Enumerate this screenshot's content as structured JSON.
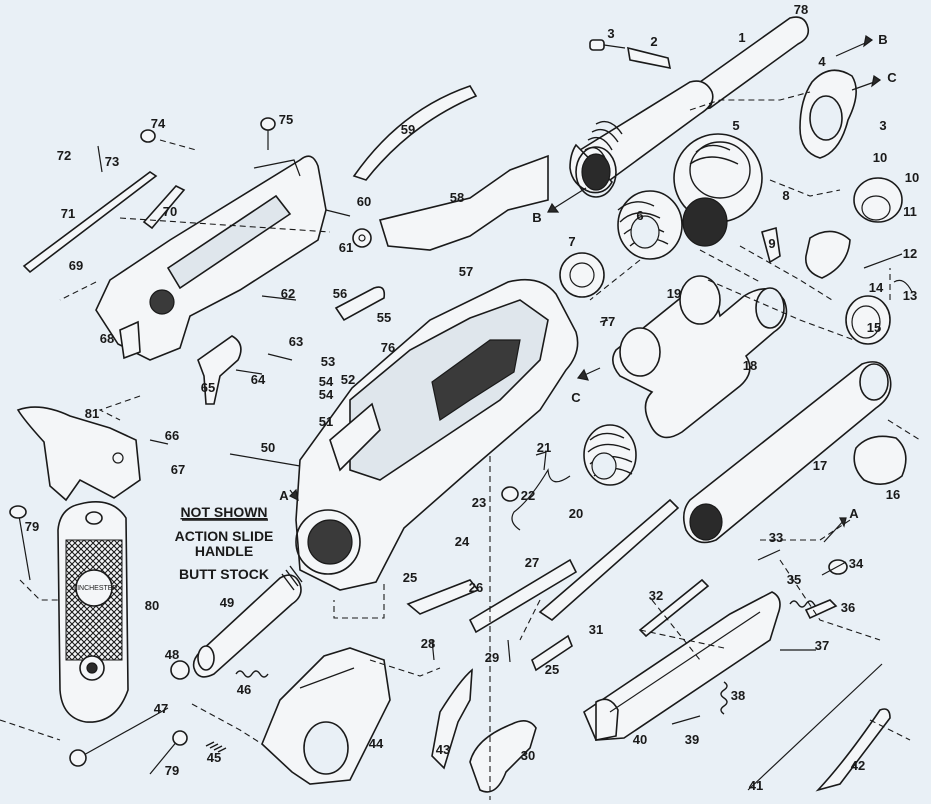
{
  "note": {
    "title": "NOT SHOWN",
    "lines": [
      "ACTION SLIDE",
      "HANDLE",
      "BUTT STOCK"
    ]
  },
  "butt_plate_text": "WINCHESTER",
  "reference_letters": [
    "A",
    "A",
    "B",
    "B",
    "C",
    "C"
  ],
  "part_numbers": [
    "1",
    "2",
    "3",
    "3",
    "4",
    "5",
    "6",
    "7",
    "8",
    "9",
    "10",
    "10",
    "11",
    "12",
    "13",
    "14",
    "15",
    "16",
    "17",
    "18",
    "19",
    "20",
    "21",
    "22",
    "23",
    "24",
    "25",
    "25",
    "26",
    "27",
    "28",
    "29",
    "30",
    "31",
    "32",
    "33",
    "34",
    "35",
    "36",
    "37",
    "38",
    "39",
    "40",
    "41",
    "42",
    "43",
    "44",
    "45",
    "46",
    "47",
    "48",
    "49",
    "50",
    "51",
    "52",
    "53",
    "54",
    "54",
    "55",
    "56",
    "57",
    "58",
    "59",
    "60",
    "61",
    "62",
    "63",
    "64",
    "65",
    "66",
    "67",
    "68",
    "69",
    "70",
    "71",
    "72",
    "73",
    "74",
    "75",
    "76",
    "77",
    "78",
    "79",
    "79",
    "80",
    "81"
  ]
}
